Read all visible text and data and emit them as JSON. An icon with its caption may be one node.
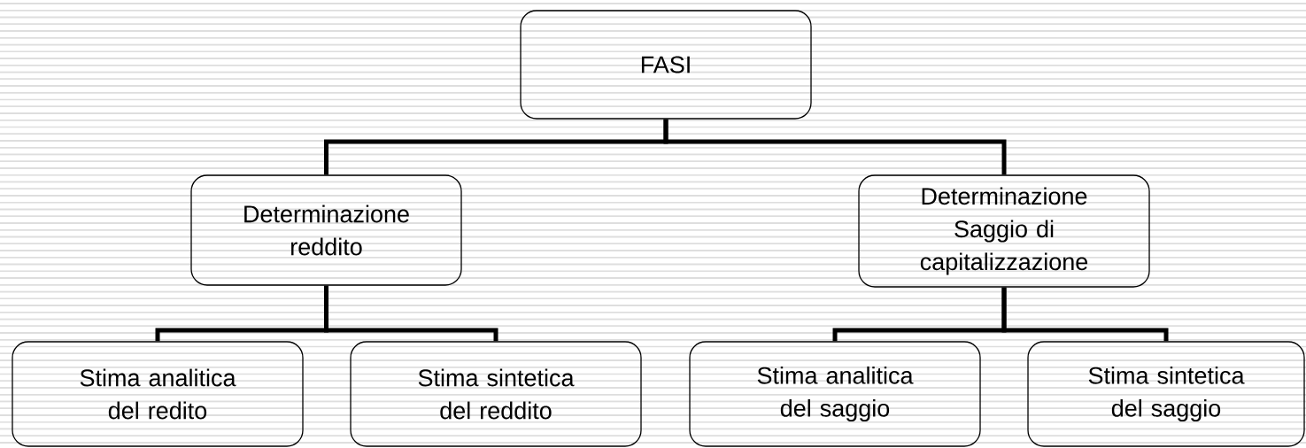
{
  "diagram": {
    "nodes": [
      {
        "text": [
          "FASI"
        ]
      },
      {
        "text": [
          "Determinazione reddito"
        ]
      },
      {
        "text": [
          "Determinazione Saggio di capitalizzazione"
        ]
      },
      {
        "text": [
          "Stima analitica del redito"
        ]
      },
      {
        "text": [
          "Stima sintetica del reddito"
        ]
      },
      {
        "text": [
          "Stima analitica del saggio"
        ]
      },
      {
        "text": [
          "Stima sintetica del saggio"
        ]
      }
    ],
    "edges": [
      {
        "from": 0,
        "to": 1,
        "arrow": "none"
      },
      {
        "from": 0,
        "to": 2,
        "arrow": "none"
      },
      {
        "from": 1,
        "to": 3,
        "arrow": "none"
      },
      {
        "from": 1,
        "to": 4,
        "arrow": "none"
      },
      {
        "from": 2,
        "to": 5,
        "arrow": "none"
      },
      {
        "from": 2,
        "to": 6,
        "arrow": "none"
      }
    ]
  }
}
